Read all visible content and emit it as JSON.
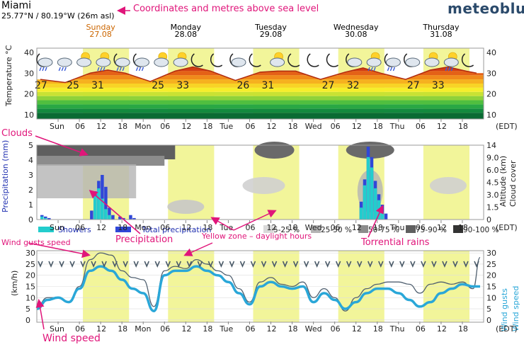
{
  "header": {
    "location": "Miami",
    "coords": "25.77°N / 80.19°W (26m asl)",
    "brand": "meteoblue"
  },
  "days": [
    {
      "name": "Sunday",
      "date": "27.08",
      "color": "#cc6600"
    },
    {
      "name": "Monday",
      "date": "28.08",
      "color": "#000000"
    },
    {
      "name": "Tuesday",
      "date": "29.08",
      "color": "#000000"
    },
    {
      "name": "Wednesday",
      "date": "30.08",
      "color": "#000000"
    },
    {
      "name": "Thursday",
      "date": "31.08",
      "color": "#000000"
    }
  ],
  "x_ticks": [
    "Sun",
    "06",
    "12",
    "18",
    "Mon",
    "06",
    "12",
    "18",
    "Tue",
    "06",
    "12",
    "18",
    "Wed",
    "06",
    "12",
    "18",
    "Thu",
    "06",
    "12",
    "18"
  ],
  "tz_label": "(EDT)",
  "daylight_hours": [
    [
      7,
      20
    ],
    [
      31,
      44
    ],
    [
      55,
      68
    ],
    [
      79,
      92
    ],
    [
      103,
      116
    ]
  ],
  "annotations": {
    "coords_note": "Coordinates and metres above sea level",
    "clouds": "Clouds",
    "precipitation": "Precipitation",
    "yellow_zone": "Yellow zone – daylight hours",
    "torrential": "Torrential rains",
    "gusts": "Wind gusts speed",
    "wind_speed": "Wind speed"
  },
  "icons": [
    "moon-cloud-rain",
    "cloud-rain",
    "sun-cloud",
    "sun-cloud-rain",
    "moon-cloud-rain",
    "moon-cloud-rain",
    "sun-cloud",
    "sun-cloud",
    "moon",
    "moon",
    "moon-cloud",
    "moon",
    "sun-cloud",
    "moon",
    "moon",
    "moon",
    "moon-cloud",
    "sun-cloud-rain",
    "moon-cloud-rain",
    "moon-cloud",
    "sun-cloud",
    "sun-cloud-rain",
    "moon"
  ],
  "chart_data": [
    {
      "type": "area",
      "name": "temperature",
      "ylabel": "Temperature °C",
      "yticks": [
        10,
        20,
        30,
        40
      ],
      "ylim": [
        8,
        42
      ],
      "x_hours": [
        -5,
        2,
        9,
        14,
        19,
        26,
        33,
        38,
        43,
        50,
        57,
        62,
        67,
        74,
        81,
        86,
        91,
        98,
        105,
        110,
        115,
        118
      ],
      "y": [
        27,
        25.5,
        30,
        31.5,
        30,
        26,
        31,
        33,
        31,
        26.5,
        30.5,
        31,
        31,
        27,
        30.5,
        32.5,
        30,
        27,
        31.5,
        33,
        31,
        30
      ],
      "labels": [
        {
          "x_hour": -5,
          "text": "27"
        },
        {
          "x_hour": 4,
          "text": "25"
        },
        {
          "x_hour": 11,
          "text": "31"
        },
        {
          "x_hour": 28,
          "text": "25"
        },
        {
          "x_hour": 35,
          "text": "33"
        },
        {
          "x_hour": 52,
          "text": "26"
        },
        {
          "x_hour": 59,
          "text": "31"
        },
        {
          "x_hour": 76,
          "text": "27"
        },
        {
          "x_hour": 83,
          "text": "32"
        },
        {
          "x_hour": 100,
          "text": "27"
        },
        {
          "x_hour": 107,
          "text": "33"
        }
      ]
    },
    {
      "type": "bar",
      "name": "precipitation",
      "ylabel": "Precipitation (mm)",
      "ylabel2": "Altitude (km)",
      "ylabel3": "Cloud cover",
      "yticks_left": [
        0,
        1,
        2,
        3,
        4,
        5
      ],
      "yticks_right": [
        "0",
        "1.5",
        "3.0",
        "4.5",
        "6.0",
        "9.0",
        "14"
      ],
      "series": [
        {
          "name": "Showers",
          "color": "#23cdcd",
          "x_hours": [
            -5,
            -4,
            10,
            11,
            12,
            13,
            14,
            85,
            86,
            87,
            88,
            89,
            90,
            91
          ],
          "values": [
            0.2,
            0.1,
            1.6,
            2.1,
            1.4,
            0.7,
            0.3,
            0.8,
            2.3,
            4.2,
            3.5,
            2.1,
            1.3,
            0.5
          ]
        },
        {
          "name": "Total precipitation",
          "color": "#3047d8",
          "x_hours": [
            -5,
            -4,
            -3,
            9,
            10,
            11,
            12,
            13,
            14,
            15,
            17,
            18,
            20,
            21,
            85,
            86,
            87,
            88,
            89,
            90,
            91,
            92
          ],
          "values": [
            0.3,
            0.2,
            0.1,
            0.6,
            1.9,
            2.6,
            3.0,
            2.2,
            0.8,
            0.3,
            0.2,
            0.1,
            0.3,
            0.1,
            1.2,
            2.7,
            4.9,
            4.2,
            2.6,
            1.7,
            1.0,
            0.4
          ]
        }
      ],
      "cloud_legend": [
        {
          "label": "5-25 %",
          "color": "#d9d9d9"
        },
        {
          "label": "25-50 %",
          "color": "#b4b4b4"
        },
        {
          "label": "50-75 %",
          "color": "#8c8c8c"
        },
        {
          "label": "75-90 %",
          "color": "#5f5f5f"
        },
        {
          "label": "90-100 %",
          "color": "#333333"
        }
      ]
    },
    {
      "type": "line",
      "name": "wind",
      "ylabel": "(km/h)",
      "ylabel_right1": "Wind gusts",
      "ylabel_right2": "Wind speed",
      "yticks": [
        0,
        5,
        10,
        15,
        20,
        25,
        30
      ],
      "ylim": [
        -1,
        31
      ],
      "x_hours": [
        -6,
        -3,
        0,
        3,
        6,
        9,
        12,
        15,
        18,
        21,
        24,
        27,
        30,
        33,
        36,
        39,
        42,
        45,
        48,
        51,
        54,
        57,
        60,
        63,
        66,
        69,
        72,
        75,
        78,
        81,
        84,
        87,
        90,
        93,
        96,
        99,
        102,
        105,
        108,
        111,
        114,
        117,
        119
      ],
      "series": [
        {
          "name": "Wind gusts",
          "color": "#506070",
          "values": [
            6,
            10,
            10,
            8,
            15,
            27,
            30,
            29,
            22,
            19,
            18,
            6,
            22,
            24,
            23,
            27,
            25,
            22,
            20,
            14,
            8,
            17,
            19,
            16,
            15,
            17,
            10,
            14,
            10,
            4,
            10,
            14,
            16,
            17,
            17,
            16,
            12,
            16,
            17,
            16,
            17,
            14,
            28
          ]
        },
        {
          "name": "Wind speed",
          "color": "#2aa7d8",
          "values": [
            5,
            9,
            10,
            8,
            14,
            22,
            24,
            22,
            18,
            14,
            12,
            4,
            20,
            22,
            22,
            24,
            22,
            20,
            17,
            12,
            7,
            15,
            17,
            15,
            14,
            15,
            8,
            12,
            9,
            5,
            8,
            12,
            14,
            14,
            12,
            9,
            6,
            8,
            12,
            14,
            16,
            15,
            15
          ]
        }
      ]
    }
  ]
}
